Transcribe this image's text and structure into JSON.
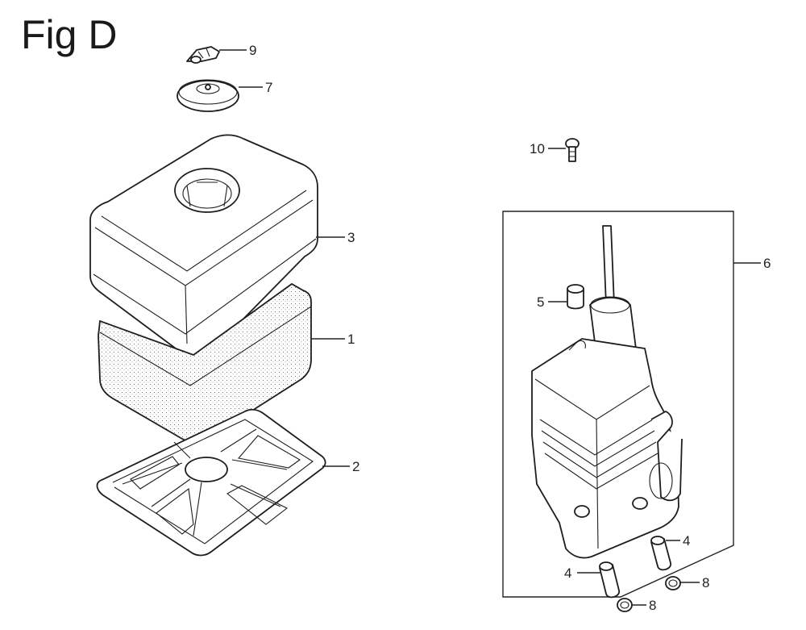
{
  "figure": {
    "title": "Fig D"
  },
  "callouts": [
    {
      "id": "c9",
      "label": "9"
    },
    {
      "id": "c7",
      "label": "7"
    },
    {
      "id": "c3",
      "label": "3"
    },
    {
      "id": "c1",
      "label": "1"
    },
    {
      "id": "c2",
      "label": "2"
    },
    {
      "id": "c10",
      "label": "10"
    },
    {
      "id": "c6",
      "label": "6"
    },
    {
      "id": "c5",
      "label": "5"
    },
    {
      "id": "c4a",
      "label": "4"
    },
    {
      "id": "c4b",
      "label": "4"
    },
    {
      "id": "c8a",
      "label": "8"
    },
    {
      "id": "c8b",
      "label": "8"
    }
  ]
}
